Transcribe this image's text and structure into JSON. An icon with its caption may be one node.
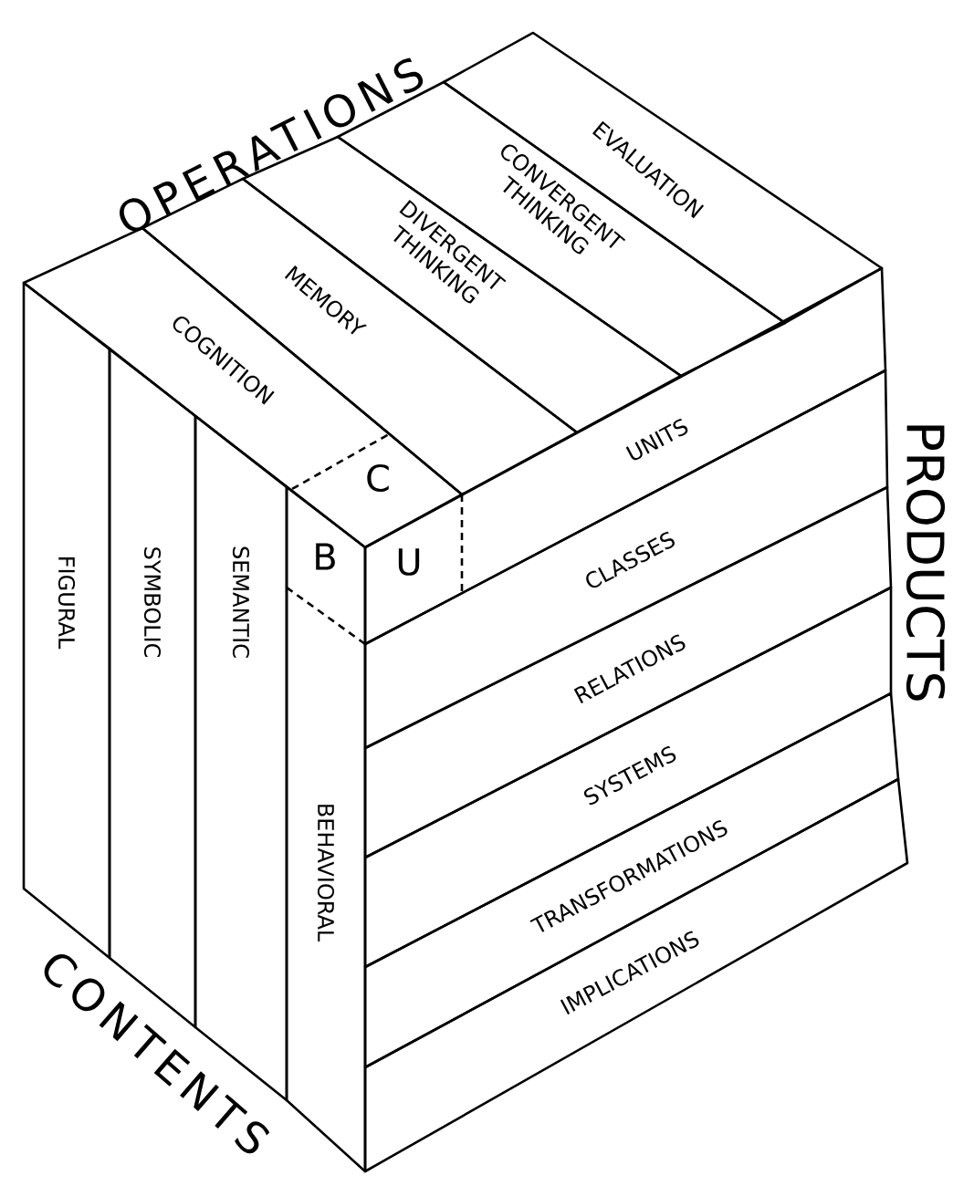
{
  "diagram": {
    "nodes": [
      {
        "text": [
          "COGNITION"
        ]
      },
      {
        "text": [
          "MEMORY"
        ]
      },
      {
        "text": [
          "DIVERGENT THINKING"
        ]
      },
      {
        "text": [
          "CONVERGENT THINKING"
        ]
      },
      {
        "text": [
          "EVALUATION"
        ]
      },
      {
        "text": [
          "UNITS"
        ]
      },
      {
        "text": [
          "CLASSES"
        ]
      },
      {
        "text": [
          "RELATIONS"
        ]
      },
      {
        "text": [
          "SYSTEMS"
        ]
      },
      {
        "text": [
          "TRANSFORMATIONS"
        ]
      },
      {
        "text": [
          "IMPLICATIONS"
        ]
      },
      {
        "text": [
          "FIGURAL"
        ]
      },
      {
        "text": [
          "SYMBOLIC"
        ]
      },
      {
        "text": [
          "SEMANTIC"
        ]
      },
      {
        "text": [
          "BEHAVIORAL"
        ]
      }
    ],
    "labels": [
      "OPERATIONS",
      "PRODUCTS",
      "CONTENTS",
      "C",
      "B",
      "U"
    ]
  }
}
